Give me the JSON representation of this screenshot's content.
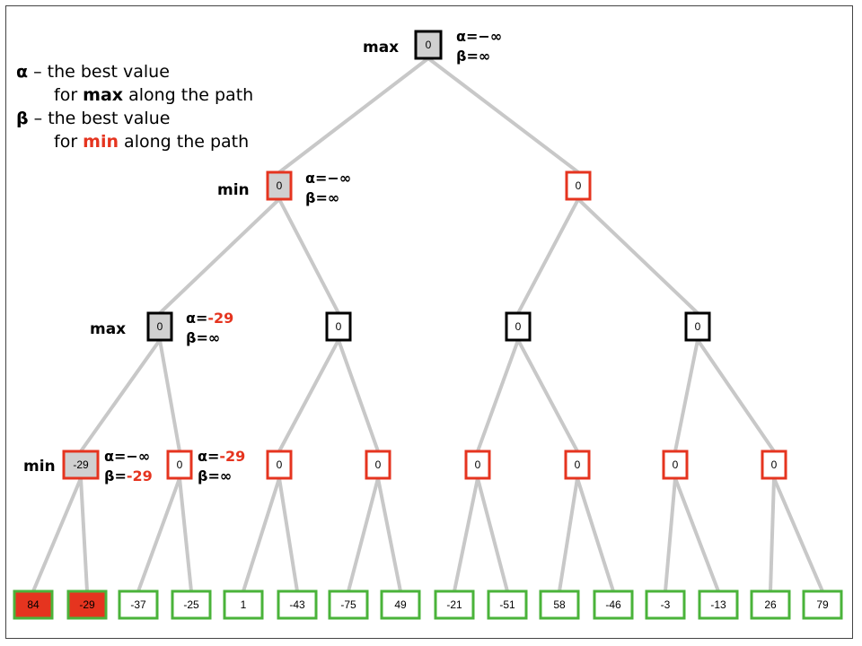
{
  "legend": {
    "alpha_symbol": "α",
    "alpha_text": " – the best value",
    "alpha_text2_pre": "for ",
    "alpha_text2_bold": "max",
    "alpha_text2_post": " along the path",
    "beta_symbol": "β",
    "beta_text": " – the best value",
    "beta_text2_pre": "for ",
    "beta_text2_bold": "min",
    "beta_text2_post": " along the path"
  },
  "level_labels": {
    "root": "max",
    "level1": "min",
    "level2": "max",
    "level3": "min"
  },
  "annotations": {
    "root": {
      "alpha_label": "α=",
      "alpha_value": "−∞",
      "beta_label": "β=",
      "beta_value": "∞"
    },
    "n1": {
      "alpha_label": "α=",
      "alpha_value": "−∞",
      "beta_label": "β=",
      "beta_value": "∞"
    },
    "n3": {
      "alpha_label": "α=",
      "alpha_value": "-29",
      "beta_label": "β=",
      "beta_value": "∞"
    },
    "n7": {
      "alpha_label": "α=",
      "alpha_value": "−∞",
      "beta_label": "β=",
      "beta_value": "-29"
    },
    "n8": {
      "alpha_label": "α=",
      "alpha_value": "-29",
      "beta_label": "β=",
      "beta_value": "∞"
    }
  },
  "colors": {
    "edge": "#c8c8c8",
    "max_border": "#000000",
    "min_border": "#e5341f",
    "leaf_border": "#4ab33a",
    "visited_fill": "#d0d0d0",
    "evaluated_leaf_fill": "#e5341f",
    "accent_red": "#e5341f"
  },
  "nodes": {
    "root": {
      "value": "0",
      "type": "max",
      "state": "visited"
    },
    "n1": {
      "value": "0",
      "type": "min",
      "state": "visited"
    },
    "n2": {
      "value": "0",
      "type": "min",
      "state": "unvisited"
    },
    "n3": {
      "value": "0",
      "type": "max",
      "state": "visited"
    },
    "n4": {
      "value": "0",
      "type": "max",
      "state": "unvisited"
    },
    "n5": {
      "value": "0",
      "type": "max",
      "state": "unvisited"
    },
    "n6": {
      "value": "0",
      "type": "max",
      "state": "unvisited"
    },
    "n7": {
      "value": "-29",
      "type": "min",
      "state": "visited"
    },
    "n8": {
      "value": "0",
      "type": "min",
      "state": "unvisited"
    },
    "n9": {
      "value": "0",
      "type": "min",
      "state": "unvisited"
    },
    "n10": {
      "value": "0",
      "type": "min",
      "state": "unvisited"
    },
    "n11": {
      "value": "0",
      "type": "min",
      "state": "unvisited"
    },
    "n12": {
      "value": "0",
      "type": "min",
      "state": "unvisited"
    },
    "n13": {
      "value": "0",
      "type": "min",
      "state": "unvisited"
    },
    "n14": {
      "value": "0",
      "type": "min",
      "state": "unvisited"
    }
  },
  "leaves": [
    {
      "value": "84",
      "state": "evaluated"
    },
    {
      "value": "-29",
      "state": "evaluated"
    },
    {
      "value": "-37",
      "state": "unevaluated"
    },
    {
      "value": "-25",
      "state": "unevaluated"
    },
    {
      "value": "1",
      "state": "unevaluated"
    },
    {
      "value": "-43",
      "state": "unevaluated"
    },
    {
      "value": "-75",
      "state": "unevaluated"
    },
    {
      "value": "49",
      "state": "unevaluated"
    },
    {
      "value": "-21",
      "state": "unevaluated"
    },
    {
      "value": "-51",
      "state": "unevaluated"
    },
    {
      "value": "58",
      "state": "unevaluated"
    },
    {
      "value": "-46",
      "state": "unevaluated"
    },
    {
      "value": "-3",
      "state": "unevaluated"
    },
    {
      "value": "-13",
      "state": "unevaluated"
    },
    {
      "value": "26",
      "state": "unevaluated"
    },
    {
      "value": "79",
      "state": "unevaluated"
    }
  ]
}
